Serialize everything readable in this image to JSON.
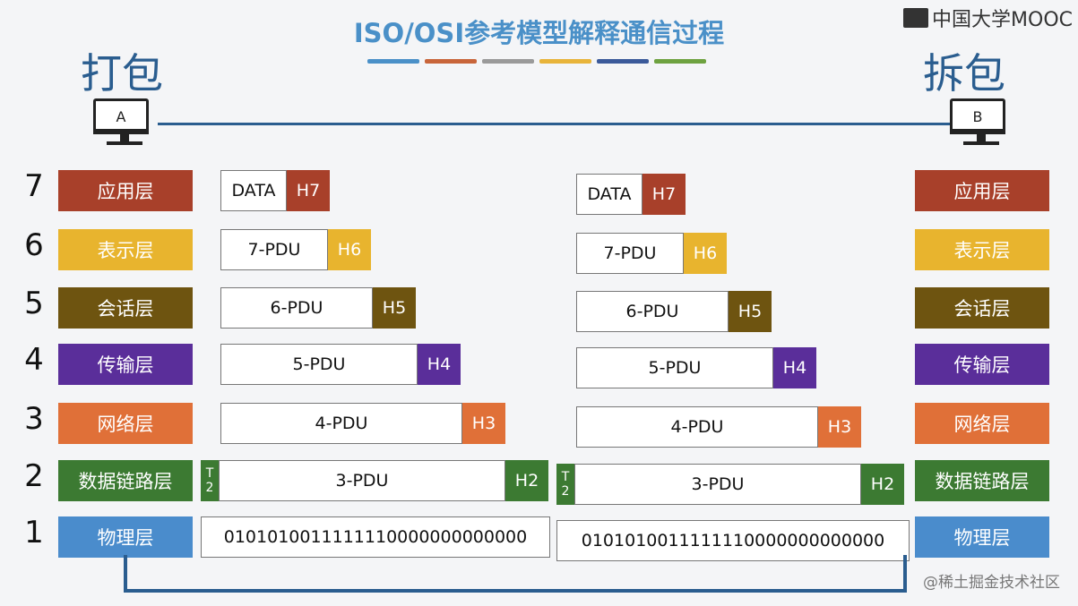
{
  "header": {
    "title": "ISO/OSI参考模型解释通信过程",
    "stripe_colors": [
      "#4a90c8",
      "#c8653a",
      "#9a9a9a",
      "#e8b43a",
      "#3b5a9a",
      "#6ea240"
    ]
  },
  "watermarks": {
    "top": "中国大学MOOC",
    "bottom": "@稀土掘金技术社区"
  },
  "sender": {
    "label": "打包",
    "computer": "A"
  },
  "receiver": {
    "label": "拆包",
    "computer": "B"
  },
  "layers": [
    {
      "num": "7",
      "name": "应用层",
      "color": "#a8402a",
      "header": "H7",
      "pdu": "DATA"
    },
    {
      "num": "6",
      "name": "表示层",
      "color": "#e8b42e",
      "header": "H6",
      "pdu": "7-PDU"
    },
    {
      "num": "5",
      "name": "会话层",
      "color": "#6e5410",
      "header": "H5",
      "pdu": "6-PDU"
    },
    {
      "num": "4",
      "name": "传输层",
      "color": "#5a2e9a",
      "header": "H4",
      "pdu": "5-PDU"
    },
    {
      "num": "3",
      "name": "网络层",
      "color": "#e07038",
      "header": "H3",
      "pdu": "4-PDU"
    },
    {
      "num": "2",
      "name": "数据链路层",
      "color": "#3c7a32",
      "header": "H2",
      "pdu": "3-PDU",
      "trailer": [
        "T",
        "2"
      ]
    },
    {
      "num": "1",
      "name": "物理层",
      "color": "#4a8ccc",
      "bits": "0101010011111110000000000000"
    }
  ]
}
